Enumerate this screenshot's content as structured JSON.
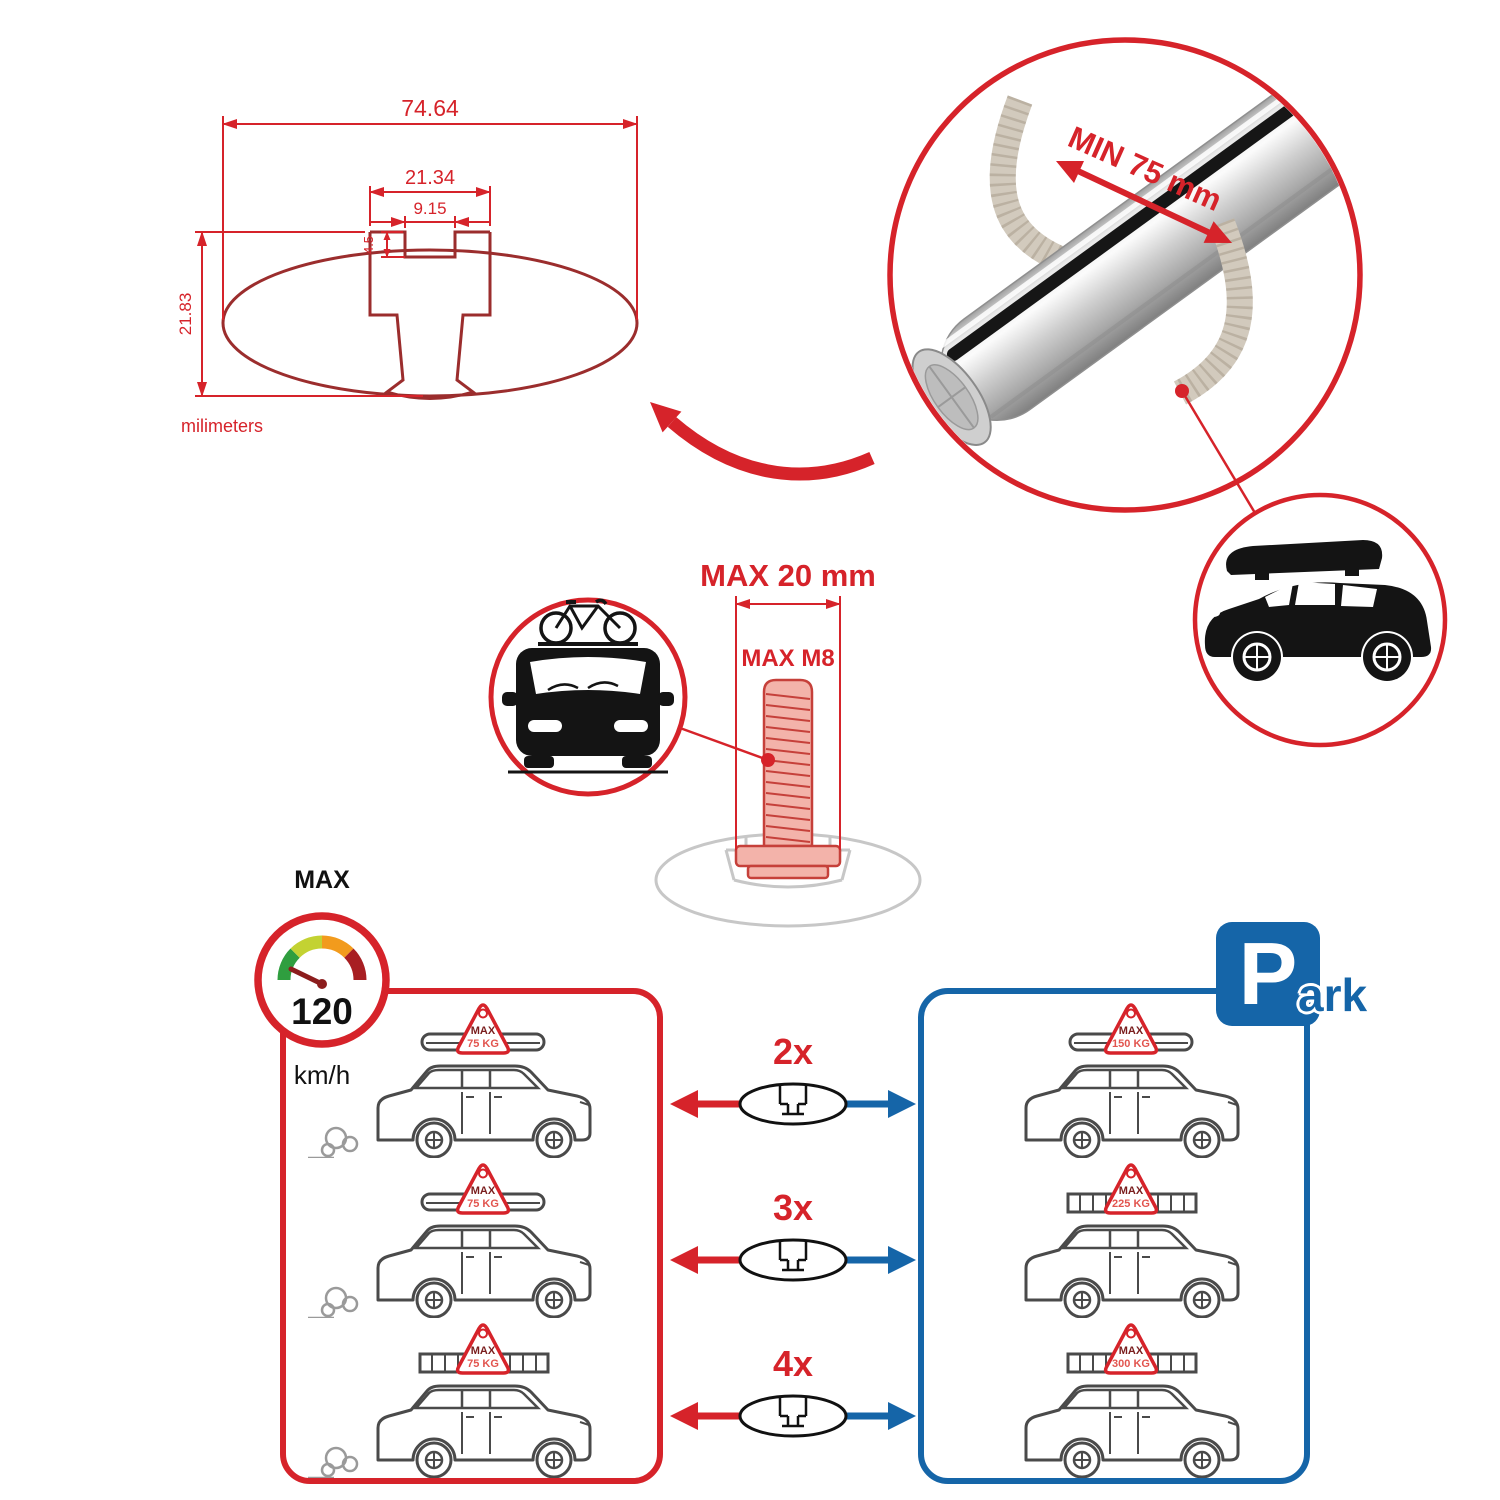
{
  "colors": {
    "red": "#d6232a",
    "dark_red": "#9b2d2d",
    "blue": "#1565a8",
    "strap_gray": "#d2cabd",
    "line_gray": "#4a4a4a"
  },
  "cross_section": {
    "total_width": "74.64",
    "slot_width": "21.34",
    "inner_width": "9.15",
    "notch_depth": "4.5",
    "height": "21.83",
    "unit": "milimeters"
  },
  "bar": {
    "min_clearance": "MIN 75 mm"
  },
  "bolt": {
    "max_width": "MAX 20 mm",
    "max_thread": "MAX M8"
  },
  "speed": {
    "label": "MAX",
    "value": "120",
    "unit": "km/h"
  },
  "bar_counts": [
    "2x",
    "3x",
    "4x"
  ],
  "driving_cars": [
    {
      "sign": "MAX",
      "weight": "75 KG"
    },
    {
      "sign": "MAX",
      "weight": "75 KG"
    },
    {
      "sign": "MAX",
      "weight": "75 KG"
    }
  ],
  "parked_cars": [
    {
      "sign": "MAX",
      "weight": "150 KG"
    },
    {
      "sign": "MAX",
      "weight": "225 KG"
    },
    {
      "sign": "MAX",
      "weight": "300 KG"
    }
  ],
  "park_sign": {
    "letter": "P",
    "suffix": "ark"
  }
}
